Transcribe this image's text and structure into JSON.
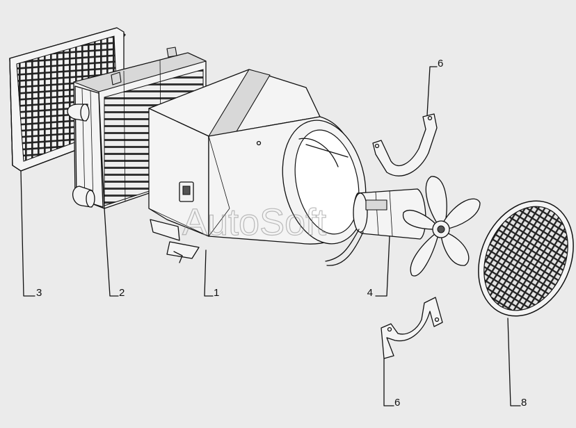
{
  "watermark": "AutoSoft",
  "callouts": [
    {
      "id": "c3",
      "label": "3"
    },
    {
      "id": "c2",
      "label": "2"
    },
    {
      "id": "c1",
      "label": "1"
    },
    {
      "id": "c4",
      "label": "4"
    },
    {
      "id": "c6a",
      "label": "6"
    },
    {
      "id": "c6b",
      "label": "6"
    },
    {
      "id": "c8",
      "label": "8"
    }
  ]
}
